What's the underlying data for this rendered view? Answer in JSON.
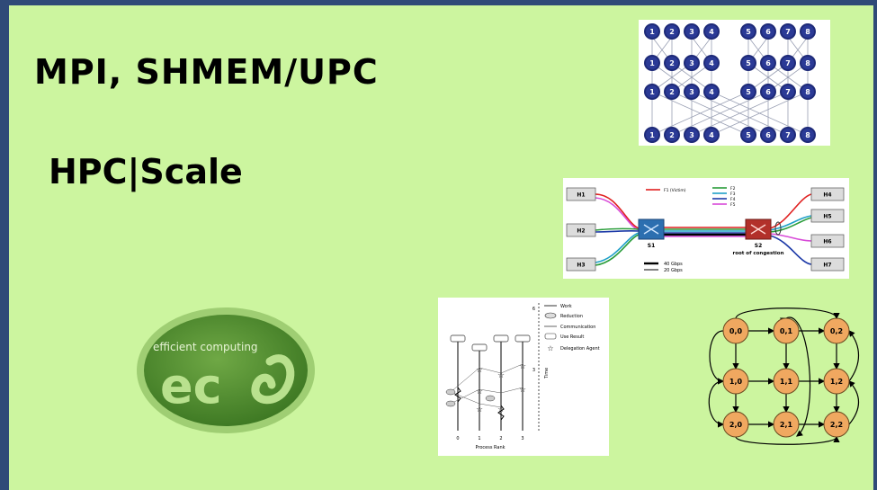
{
  "slide": {
    "title": "MPI, SHMEM/UPC",
    "subtitle": "HPC|Scale"
  },
  "logo": {
    "tagline": "efficient computing",
    "mark": "ec",
    "colors": {
      "dark": "#4f8a2f",
      "light": "#9fce73",
      "text": "#e8f5d6"
    }
  },
  "butterfly": {
    "rows": [
      [
        "1",
        "2",
        "3",
        "4",
        "5",
        "6",
        "7",
        "8"
      ],
      [
        "1",
        "2",
        "3",
        "4",
        "5",
        "6",
        "7",
        "8"
      ],
      [
        "1",
        "2",
        "3",
        "4",
        "5",
        "6",
        "7",
        "8"
      ],
      [
        "1",
        "2",
        "3",
        "4",
        "5",
        "6",
        "7",
        "8"
      ]
    ]
  },
  "congestion": {
    "hosts_left": [
      "H1",
      "H2",
      "H3"
    ],
    "hosts_right": [
      "H4",
      "H5",
      "H6",
      "H7"
    ],
    "switch_left": "S1",
    "switch_right": "S2",
    "switch_right_caption": "root of congestion",
    "flow_legend": [
      "F1 (Victim)",
      "F2",
      "F3",
      "F4",
      "F5"
    ],
    "flow_colors": [
      "#e02020",
      "#2a9d3a",
      "#1fa0c8",
      "#1d3aa8",
      "#d84ad8"
    ],
    "link_legend": [
      "40 Gbps",
      "20 Gbps"
    ]
  },
  "timeline": {
    "legend": [
      "Work",
      "Reduction",
      "Communication",
      "Use Result",
      "Delegation Agent"
    ],
    "y_axis": "Time",
    "y_ticks": [
      "6",
      "3"
    ],
    "x_ticks": [
      "0",
      "1",
      "2",
      "3"
    ],
    "x_axis": "Process Rank"
  },
  "mesh": {
    "nodes": [
      [
        "0,0",
        "0,1",
        "0,2"
      ],
      [
        "1,0",
        "1,1",
        "1,2"
      ],
      [
        "2,0",
        "2,1",
        "2,2"
      ]
    ],
    "node_color": "#f0a860"
  }
}
